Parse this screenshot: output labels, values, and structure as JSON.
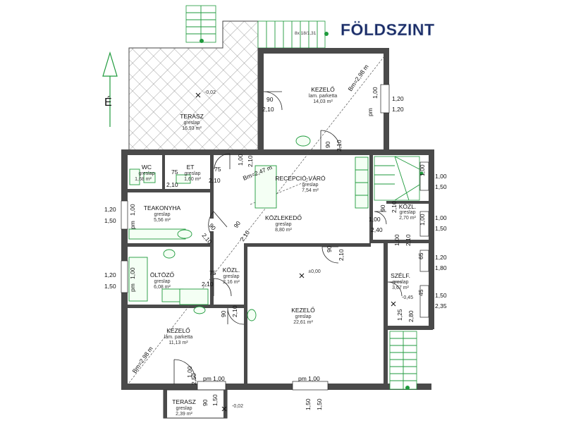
{
  "title": "FÖLDSZINT",
  "north_label": "É",
  "rooms": {
    "terasz_top": {
      "name": "TERASZ",
      "material": "greslap",
      "area": "16,93 m²",
      "level": "-0,02"
    },
    "kezelo_top": {
      "name": "KEZELŐ",
      "material": "lam. parketta",
      "area": "14,03 m²"
    },
    "wc": {
      "name": "WC",
      "material": "greslap",
      "area": "1,68 m²"
    },
    "et": {
      "name": "ET",
      "material": "greslap",
      "area": "1,60 m²"
    },
    "recepcio": {
      "name": "RECEPCIÓ-VÁRÓ",
      "material": "greslap",
      "area": "7,54 m²"
    },
    "teakonyha": {
      "name": "TEAKONYHA",
      "material": "greslap",
      "area": "5,56 m²"
    },
    "kozlekedo": {
      "name": "KÖZLEKEDŐ",
      "material": "greslap",
      "area": "8,80 m²"
    },
    "kozl_right": {
      "name": "KÖZL.",
      "material": "greslap",
      "area": "2,70 m²"
    },
    "oltozo": {
      "name": "ÖLTÖZŐ",
      "material": "greslap",
      "area": "6,08 m²"
    },
    "kozl_mid": {
      "name": "KÖZL.",
      "material": "greslap",
      "area": "2,16 m²"
    },
    "kezelo_main": {
      "name": "KEZELŐ",
      "material": "greslap",
      "area": "22,61 m²",
      "level": "±0,00"
    },
    "szelf": {
      "name": "SZÉLF.",
      "material": "greslap",
      "area": "3,67 m²",
      "level": "-0,45"
    },
    "kezelo_bottom": {
      "name": "KÉZELŐ",
      "material": "lam. parketta",
      "area": "11,13 m²"
    },
    "terasz_bottom": {
      "name": "TERASZ",
      "material": "greslap",
      "area": "2,39 m²",
      "level": "-0,02"
    }
  },
  "dimensions": {
    "d90": "90",
    "d210": "2,10",
    "d100": "1,00",
    "d120": "1,20",
    "d150": "1,50",
    "d75": "75",
    "d180": "1,80",
    "d235": "2,35",
    "d240": "2,40",
    "d250": "2,50",
    "d125": "1,25",
    "d280": "2,80",
    "d65": "65",
    "d45": "45",
    "pm100": "pm 1,00",
    "pm": "pm",
    "bm298": "Bm=2,98 m",
    "bm247": "Bm=2,47 m",
    "lepcso": "8x 18/1,31"
  },
  "colors": {
    "wall": "#4a4a4a",
    "fixture": "#1e9a3c",
    "title": "#1a2a66"
  }
}
